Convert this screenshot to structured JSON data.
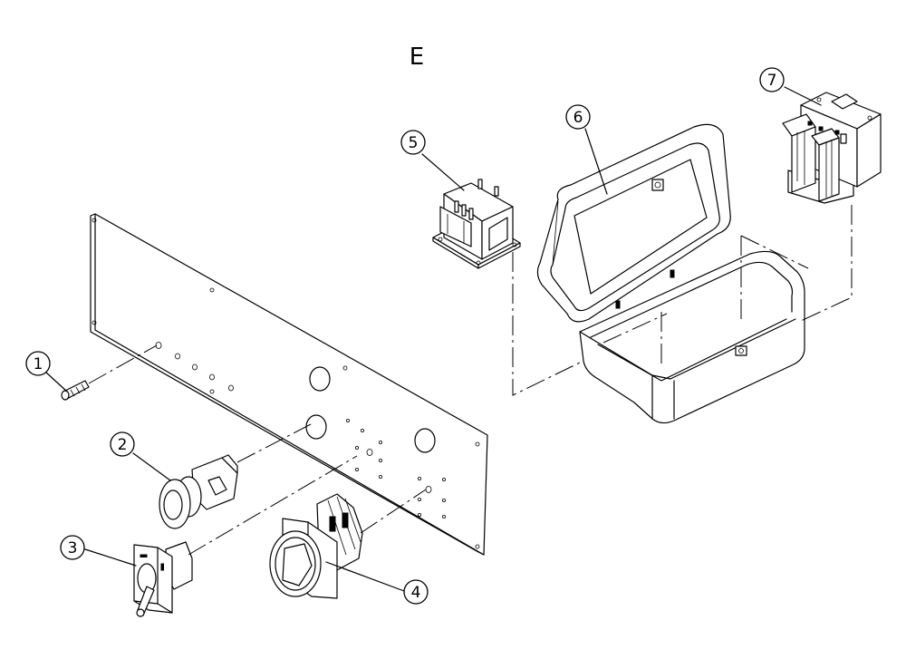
{
  "diagram": {
    "title": "E",
    "callouts": [
      {
        "id": "1",
        "label": "1"
      },
      {
        "id": "2",
        "label": "2"
      },
      {
        "id": "3",
        "label": "3"
      },
      {
        "id": "4",
        "label": "4"
      },
      {
        "id": "5",
        "label": "5"
      },
      {
        "id": "6",
        "label": "6"
      },
      {
        "id": "7",
        "label": "7"
      }
    ]
  }
}
